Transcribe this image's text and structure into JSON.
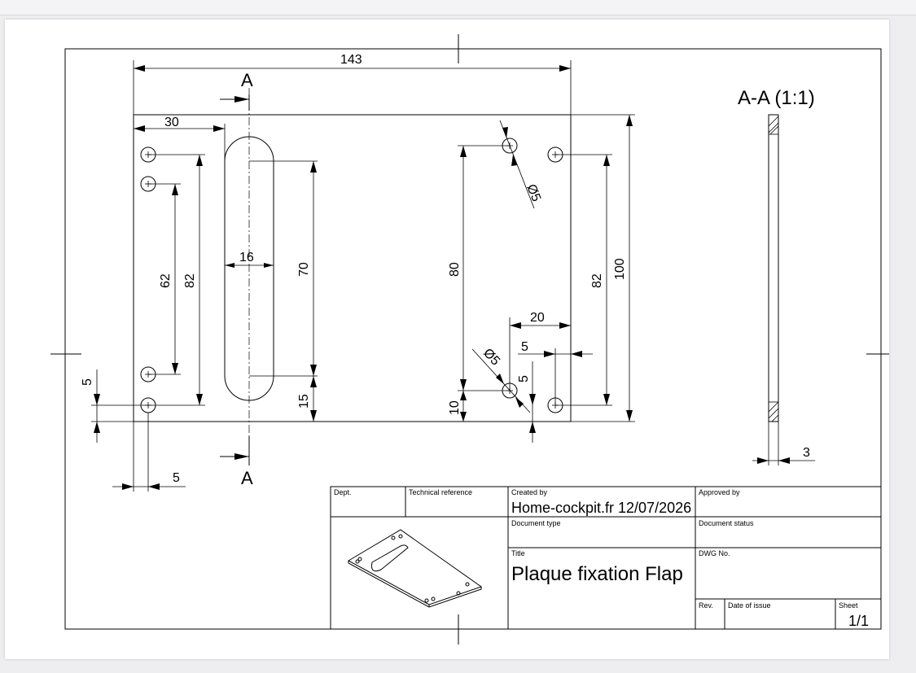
{
  "drawing": {
    "dimensions": {
      "overall_width": "143",
      "slot_offset": "30",
      "slot_width": "16",
      "slot_length": "70",
      "slot_bottom": "15",
      "hole_pitch_62": "62",
      "hole_pitch_82_left": "82",
      "hole_pitch_80": "80",
      "hole_pitch_82_right": "82",
      "overall_height": "100",
      "hole_diameter_top": "Ø5",
      "hole_diameter_bottom": "Ø5",
      "offset_20": "20",
      "offset_5_horizontal": "5",
      "offset_5_vertical": "5",
      "offset_10": "10",
      "left_edge_5_vertical": "5",
      "left_edge_5_horizontal": "5",
      "thickness": "3"
    },
    "section_marker": "A",
    "section_view_title": "A-A (1:1)"
  },
  "title_block": {
    "dept_label": "Dept.",
    "technical_reference_label": "Technical reference",
    "created_by_label": "Created by",
    "created_by_value": "Home-cockpit.fr 12/07/2026",
    "approved_by_label": "Approved by",
    "document_type_label": "Document type",
    "document_status_label": "Document status",
    "title_label": "Title",
    "title_value": "Plaque fixation Flap",
    "dwg_no_label": "DWG No.",
    "rev_label": "Rev.",
    "date_of_issue_label": "Date of issue",
    "sheet_label": "Sheet",
    "sheet_value": "1/1"
  },
  "colors": {
    "page_background": "#ffffff",
    "viewer_background": "#eeeef0",
    "line_color": "#000000"
  }
}
